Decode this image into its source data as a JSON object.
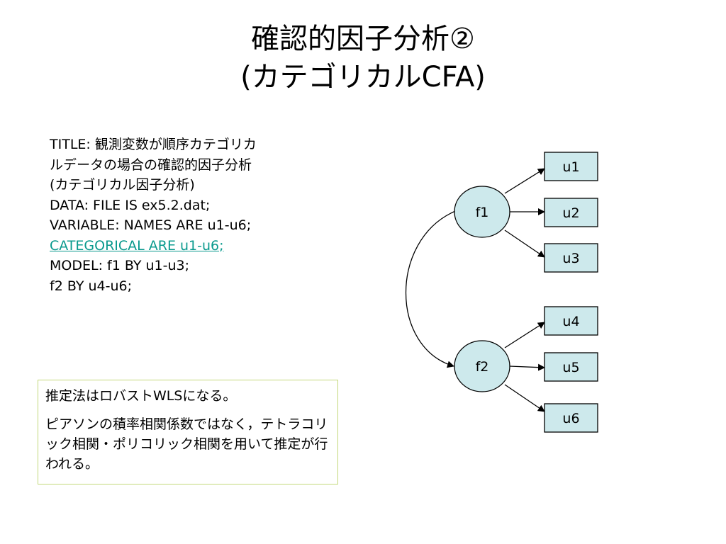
{
  "title": {
    "line1": "確認的因子分析②",
    "line2": "(カテゴリカルCFA)"
  },
  "code": {
    "lines": [
      "TITLE: 観測変数が順序カテゴリカ",
      "ルデータの場合の確認的因子分析",
      "(カテゴリカル因子分析)",
      "DATA: FILE IS ex5.2.dat;",
      "VARIABLE: NAMES ARE u1-u6;",
      "CATEGORICAL ARE u1-u6;",
      "MODEL: f1 BY u1-u3;",
      "f2 BY u4-u6;"
    ],
    "highlight_color": "#0a9a8e"
  },
  "note": {
    "p1": "推定法はロバストWLSになる。",
    "p2": "ピアソンの積率相関係数ではなく，テトラコリック相関・ポリコリック相関を用いて推定が行われる。",
    "border_color": "#c3d87a"
  },
  "diagram": {
    "factors": [
      "f1",
      "f2"
    ],
    "observed": [
      "u1",
      "u2",
      "u3",
      "u4",
      "u5",
      "u6"
    ],
    "node_fill": "#cde9ec",
    "edges": [
      {
        "from": "f1",
        "to": "u1"
      },
      {
        "from": "f1",
        "to": "u2"
      },
      {
        "from": "f1",
        "to": "u3"
      },
      {
        "from": "f2",
        "to": "u4"
      },
      {
        "from": "f2",
        "to": "u5"
      },
      {
        "from": "f2",
        "to": "u6"
      }
    ],
    "covariance": [
      "f1",
      "f2"
    ]
  }
}
